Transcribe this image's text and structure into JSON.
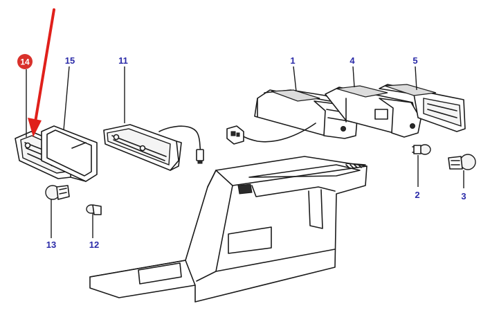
{
  "callouts": {
    "c1": "1",
    "c2": "2",
    "c3": "3",
    "c4": "4",
    "c5": "5",
    "c11": "11",
    "c12": "12",
    "c13": "13",
    "c14": "14",
    "c15": "15"
  },
  "colors": {
    "callout_text": "#2a2aa8",
    "highlight_badge": "#d9312b",
    "arrow": "#e0201b",
    "line": "#1a1a1a"
  }
}
